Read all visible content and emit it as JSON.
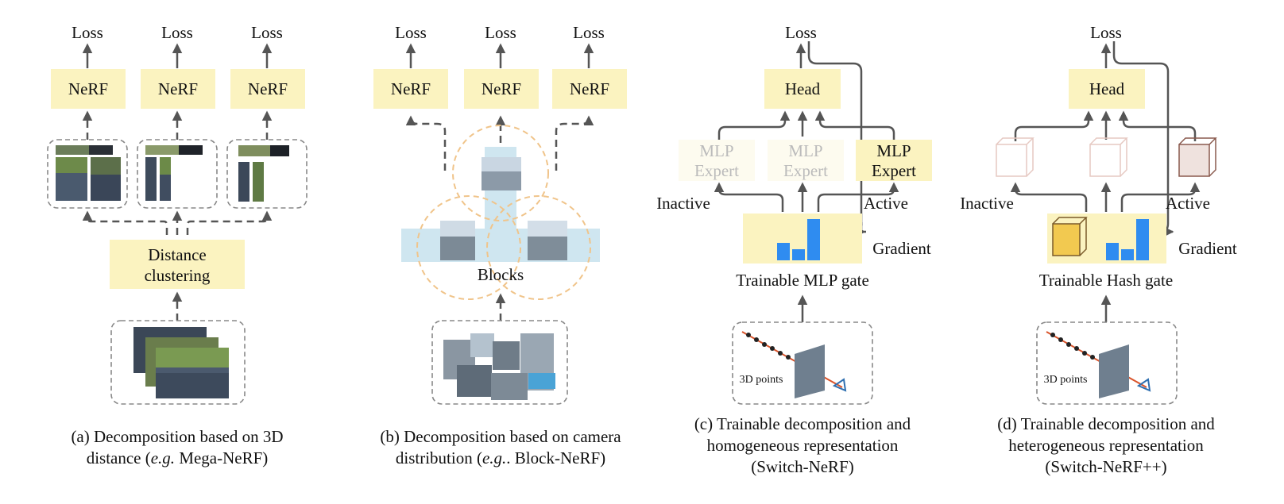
{
  "panel_a": {
    "loss_labels": [
      "Loss",
      "Loss",
      "Loss"
    ],
    "nerf_labels": [
      "NeRF",
      "NeRF",
      "NeRF"
    ],
    "cluster_label_1": "Distance",
    "cluster_label_2": "clustering",
    "caption_1": "(a) Decomposition based on 3D",
    "caption_2a": "distance (",
    "caption_2b": "e.g.",
    "caption_2c": " Mega-NeRF)"
  },
  "panel_b": {
    "loss_labels": [
      "Loss",
      "Loss",
      "Loss"
    ],
    "nerf_labels": [
      "NeRF",
      "NeRF",
      "NeRF"
    ],
    "blocks_label": "Blocks",
    "caption_1": "(b) Decomposition based on camera",
    "caption_2a": "distribution (",
    "caption_2b": "e.g.",
    "caption_2c": ". Block-NeRF)"
  },
  "panel_c": {
    "loss_label": "Loss",
    "head_label": "Head",
    "expert_line1": "MLP",
    "expert_line2": "Expert",
    "inactive_label": "Inactive",
    "active_label": "Active",
    "gradient_label": "Gradient",
    "gate_label": "Trainable MLP gate",
    "points_label": "3D points",
    "caption_1": "(c) Trainable decomposition and",
    "caption_2": "homogeneous representation",
    "caption_3": "(Switch-NeRF)"
  },
  "panel_d": {
    "loss_label": "Loss",
    "head_label": "Head",
    "inactive_label": "Inactive",
    "active_label": "Active",
    "gradient_label": "Gradient",
    "gate_label": "Trainable Hash gate",
    "points_label": "3D points",
    "caption_1": "(d) Trainable decomposition and",
    "caption_2": "heterogeneous representation",
    "caption_3": "(Switch-NeRF++)"
  },
  "colors": {
    "box_fill": "#fbf3c0",
    "arrow": "#555555",
    "bar_blue": "#2f8cf0",
    "ring_orange": "#f0c48a",
    "ray_red": "#d9542b"
  }
}
